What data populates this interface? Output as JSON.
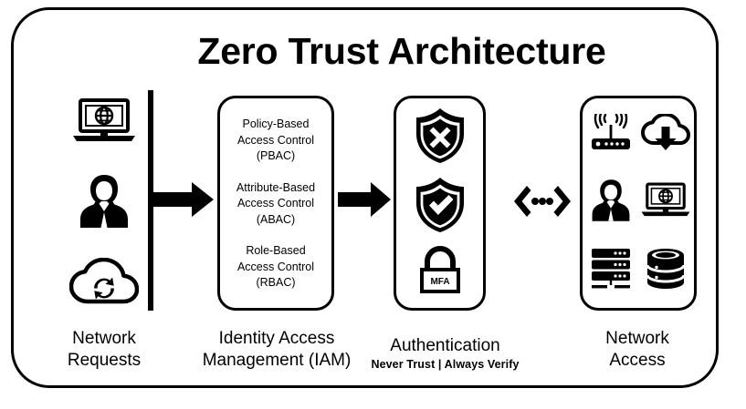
{
  "diagram": {
    "title": "Zero Trust Architecture",
    "frame_color": "#000000",
    "background": "#ffffff"
  },
  "columns": {
    "network_requests": {
      "label_line1": "Network",
      "label_line2": "Requests",
      "icons": [
        "laptop-globe-icon",
        "user-person-icon",
        "cloud-sync-icon"
      ]
    },
    "iam": {
      "label_line1": "Identity Access",
      "label_line2": "Management (IAM)",
      "items": [
        {
          "line1": "Policy-Based",
          "line2": "Access Control",
          "line3": "(PBAC)"
        },
        {
          "line1": "Attribute-Based",
          "line2": "Access Control",
          "line3": "(ABAC)"
        },
        {
          "line1": "Role-Based",
          "line2": "Access Control",
          "line3": "(RBAC)"
        }
      ]
    },
    "authentication": {
      "label": "Authentication",
      "subtitle": "Never Trust  |  Always Verify",
      "icons": [
        "shield-deny-icon",
        "shield-approve-icon",
        "padlock-mfa-icon"
      ],
      "lock_text": "MFA"
    },
    "network_access": {
      "label_line1": "Network",
      "label_line2": "Access",
      "icons": [
        "wifi-router-icon",
        "cloud-download-icon",
        "user-person-icon",
        "laptop-globe-icon",
        "server-rack-icon",
        "database-icon"
      ]
    }
  },
  "connectors": {
    "arrow_requests_to_iam": "right-arrow",
    "arrow_iam_to_auth": "right-arrow",
    "bidirectional_auth_to_network": "chevron-dots-connector"
  }
}
